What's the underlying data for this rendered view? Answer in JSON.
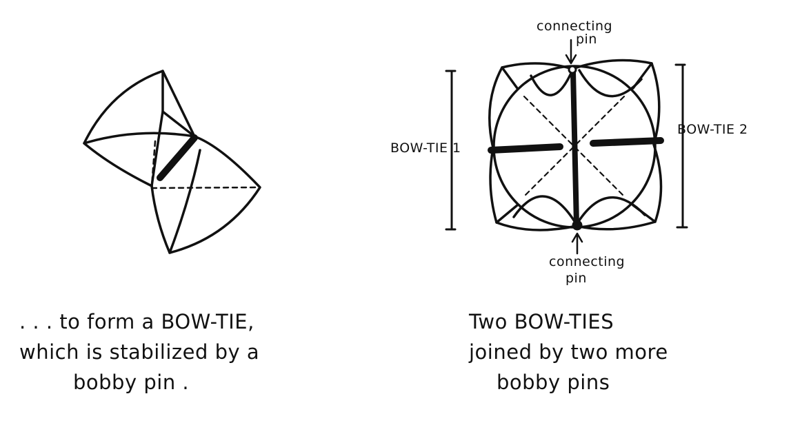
{
  "left_caption": {
    "line1": ". . . to form a BOW-TIE,",
    "line2": "which is stabilized by a",
    "line3": "bobby pin ."
  },
  "right_caption": {
    "line1": "Two BOW-TIES",
    "line2": "joined by two more",
    "line3": "bobby pins"
  },
  "labels": {
    "top_pin_line1": "connecting",
    "top_pin_line2": "pin",
    "bottom_pin_line1": "connecting",
    "bottom_pin_line2": "pin",
    "bow_tie_1": "BOW-TIE 1",
    "bow_tie_2": "BOW-TIE 2"
  },
  "colors": {
    "ink": "#111111",
    "background": "#ffffff"
  }
}
